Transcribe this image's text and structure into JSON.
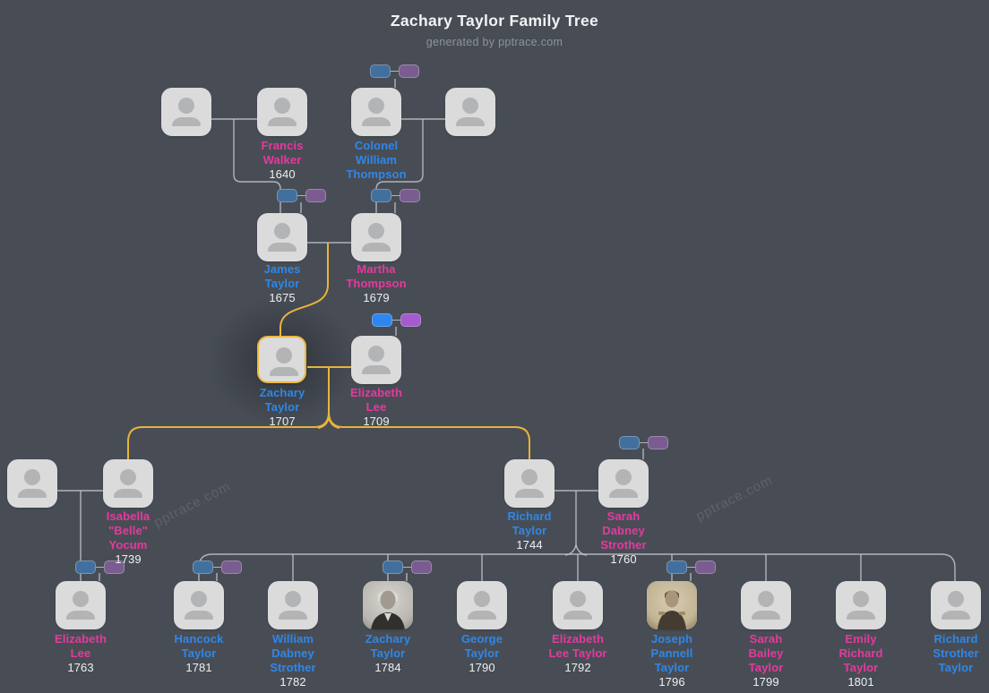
{
  "header": {
    "title": "Zachary Taylor Family Tree",
    "subtitle": "generated by pptrace.com"
  },
  "watermark": {
    "text": "pptrace.com"
  },
  "colors": {
    "background": "#484d55",
    "card_fill": "#dbdbdc",
    "silhouette": "#b3b4b6",
    "male_name": "#2f87e8",
    "female_name": "#e6399e",
    "year_text": "#eef0f2",
    "connector_line": "#c3c7cc",
    "lineage_highlight_line": "#e9b33c",
    "highlight_card_border": "#ecb73e",
    "father_pill": "#42709e",
    "mother_pill": "#7b5c90",
    "father_pill_bright": "#2e87ee",
    "mother_pill_bright": "#a55bcd"
  },
  "persons": [
    {
      "name": "",
      "year": "",
      "gender": "unknown"
    },
    {
      "name": "Francis\nWalker",
      "year": "1640",
      "gender": "female"
    },
    {
      "name": "Colonel\nWilliam\nThompson",
      "year": "",
      "gender": "male"
    },
    {
      "name": "",
      "year": "",
      "gender": "unknown"
    },
    {
      "name": "James\nTaylor",
      "year": "1675",
      "gender": "male"
    },
    {
      "name": "Martha\nThompson",
      "year": "1679",
      "gender": "female"
    },
    {
      "name": "Zachary\nTaylor",
      "year": "1707",
      "gender": "male",
      "highlighted": true
    },
    {
      "name": "Elizabeth\nLee",
      "year": "1709",
      "gender": "female"
    },
    {
      "name": "",
      "year": "",
      "gender": "unknown"
    },
    {
      "name": "Isabella\n\"Belle\"\nYocum",
      "year": "1739",
      "gender": "female"
    },
    {
      "name": "Richard\nTaylor",
      "year": "1744",
      "gender": "male"
    },
    {
      "name": "Sarah\nDabney\nStrother",
      "year": "1760",
      "gender": "female"
    },
    {
      "name": "Elizabeth\nLee",
      "year": "1763",
      "gender": "female"
    },
    {
      "name": "Hancock\nTaylor",
      "year": "1781",
      "gender": "male"
    },
    {
      "name": "William\nDabney\nStrother",
      "year": "1782",
      "gender": "male"
    },
    {
      "name": "Zachary\nTaylor",
      "year": "1784",
      "gender": "male",
      "portrait": "photo"
    },
    {
      "name": "George\nTaylor",
      "year": "1790",
      "gender": "male"
    },
    {
      "name": "Elizabeth\nLee Taylor",
      "year": "1792",
      "gender": "female"
    },
    {
      "name": "Joseph\nPannell\nTaylor",
      "year": "1796",
      "gender": "male",
      "portrait": "photo"
    },
    {
      "name": "Sarah\nBailey\nTaylor",
      "year": "1799",
      "gender": "female"
    },
    {
      "name": "Emily\nRichard\nTaylor",
      "year": "1801",
      "gender": "female"
    },
    {
      "name": "Richard\nStrother\nTaylor",
      "year": "",
      "gender": "male"
    }
  ],
  "collapsed_parent_toggles": [
    {
      "above": "Colonel William Thompson"
    },
    {
      "above": "James Taylor"
    },
    {
      "above": "Martha Thompson"
    },
    {
      "above": "Elizabeth Lee (1709)",
      "bright": true
    },
    {
      "above": "Sarah Dabney Strother"
    },
    {
      "above": "Elizabeth Lee (1763)"
    },
    {
      "above": "Hancock Taylor"
    },
    {
      "above": "Zachary Taylor (1784)"
    },
    {
      "above": "Joseph Pannell Taylor"
    }
  ]
}
